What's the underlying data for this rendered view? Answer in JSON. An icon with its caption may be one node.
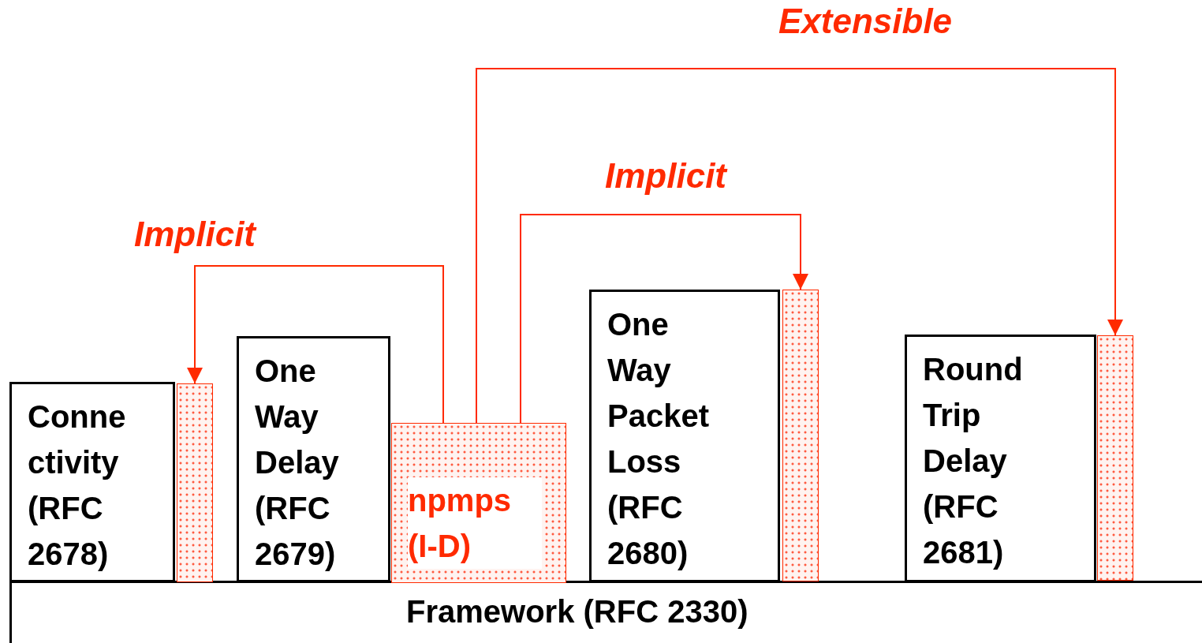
{
  "diagram": {
    "nodes": [
      {
        "text": [
          "Framework (RFC 2330)"
        ]
      },
      {
        "text": [
          "Conne ctivity (RFC 2678)"
        ]
      },
      {
        "text": [],
        "shape": "bar"
      },
      {
        "text": [
          "One Way Delay (RFC 2679)"
        ]
      },
      {
        "text": [
          "npmps (I-D)"
        ]
      },
      {
        "text": [
          "One Way Packet Loss (RFC 2680)"
        ]
      },
      {
        "text": [],
        "shape": "bar"
      },
      {
        "text": [
          "Round Trip Delay (RFC 2681)"
        ]
      },
      {
        "text": [],
        "shape": "bar"
      }
    ],
    "edges": [
      {
        "from": 4,
        "to": 2,
        "arrow": "to",
        "label": "Implicit"
      },
      {
        "from": 4,
        "to": 6,
        "arrow": "to",
        "label": "Implicit"
      },
      {
        "from": 4,
        "to": 8,
        "arrow": "to",
        "label": "Extensible"
      }
    ]
  }
}
